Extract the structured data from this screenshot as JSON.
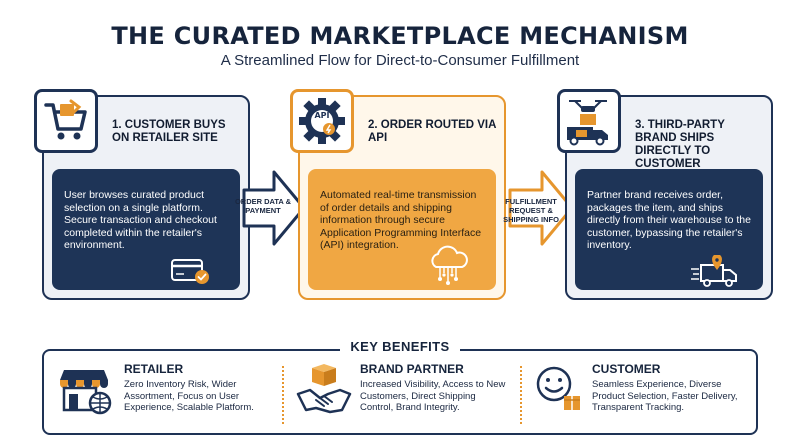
{
  "header": {
    "title": "THE CURATED MARKETPLACE MECHANISM",
    "subtitle": "A Streamlined Flow for Direct-to-Consumer Fulfillment"
  },
  "steps": [
    {
      "title": "1. CUSTOMER BUYS ON RETAILER SITE",
      "description": "User browses curated product selection on a single platform. Secure transaction and checkout completed within the retailer's environment.",
      "icon": "shopping-cart-icon"
    },
    {
      "title": "2. ORDER ROUTED VIA API",
      "icon_label": "API",
      "description": "Automated real-time transmission of order details and shipping information through secure Application Programming Interface (API) integration.",
      "icon": "api-gear-icon"
    },
    {
      "title": "3. THIRD-PARTY BRAND SHIPS DIRECTLY TO CUSTOMER",
      "description": "Partner brand receives order, packages the item, and ships directly from their warehouse to the customer, bypassing the retailer's inventory.",
      "icon": "drone-truck-icon"
    }
  ],
  "arrows": [
    {
      "label": "ORDER DATA & PAYMENT"
    },
    {
      "label": "FULFILLMENT REQUEST & SHIPPING INFO"
    }
  ],
  "benefits": {
    "heading": "KEY BENEFITS",
    "items": [
      {
        "title": "RETAILER",
        "text": "Zero Inventory Risk, Wider Assortment, Focus on User Experience, Scalable Platform.",
        "icon": "storefront-icon"
      },
      {
        "title": "BRAND PARTNER",
        "text": "Increased Visibility, Access to New Customers, Direct Shipping Control, Brand Integrity.",
        "icon": "handshake-icon"
      },
      {
        "title": "CUSTOMER",
        "text": "Seamless Experience, Diverse Product Selection, Faster Delivery, Transparent Tracking.",
        "icon": "smiley-icon"
      }
    ]
  },
  "colors": {
    "navy": "#1e3457",
    "orange": "#f0a743",
    "frame_orange": "#e6962e"
  }
}
